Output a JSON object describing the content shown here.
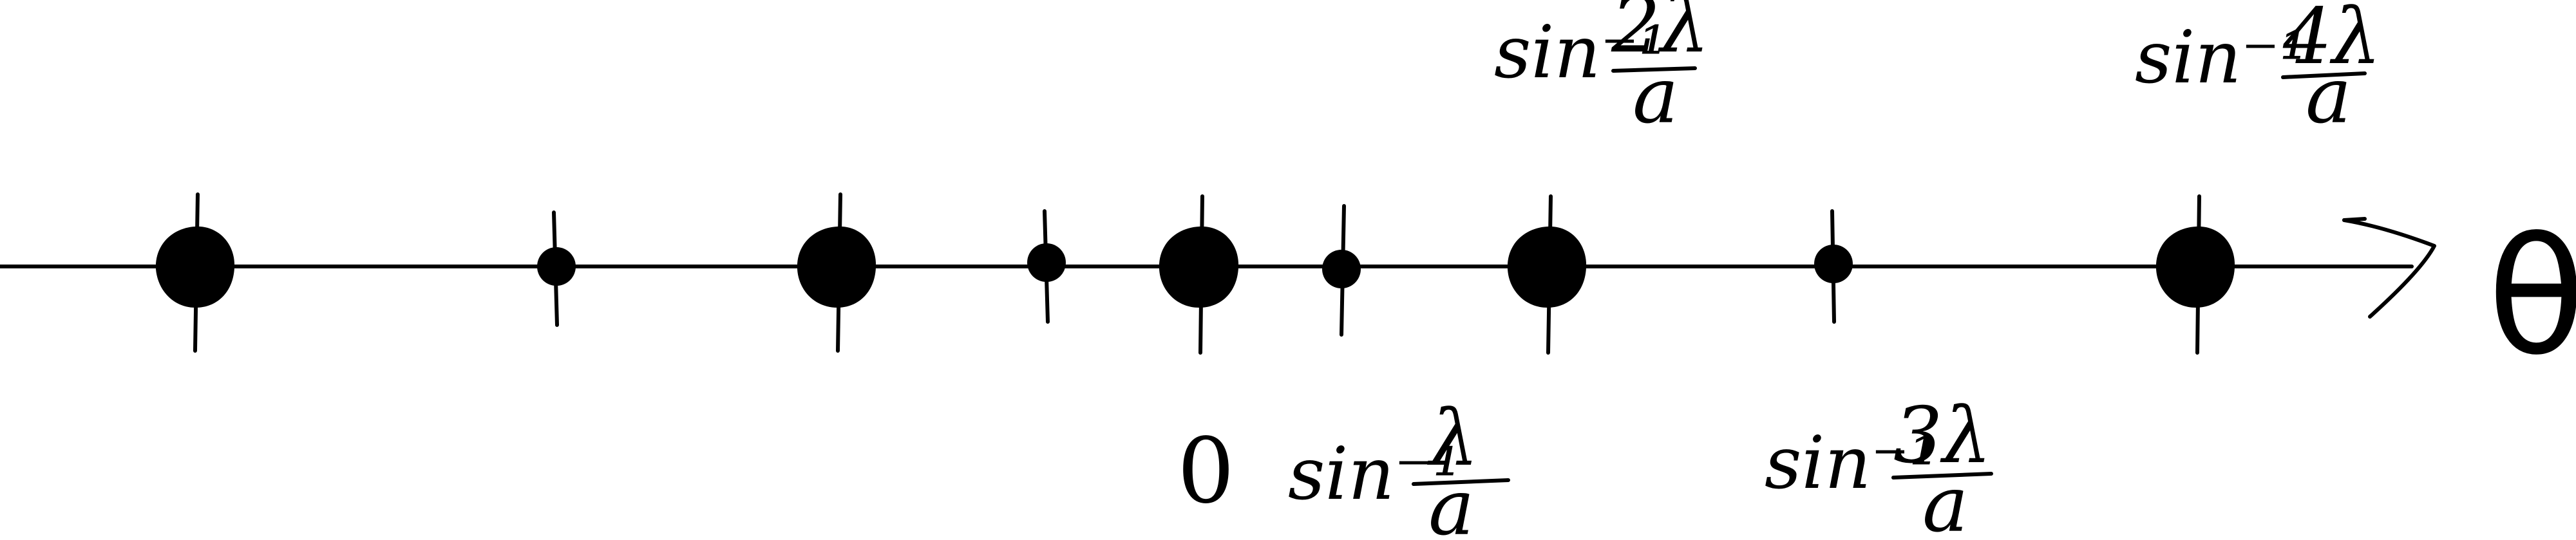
{
  "diagram": {
    "axis_label": "θ",
    "zero_label": "0",
    "maxima_labels": [
      {
        "prefix": "sin⁻¹",
        "numerator": "2λ",
        "denominator": "a"
      },
      {
        "prefix": "sin⁻¹",
        "numerator": "4λ",
        "denominator": "a"
      }
    ],
    "minima_labels": [
      {
        "prefix": "sin⁻¹",
        "numerator": "λ",
        "denominator": "a"
      },
      {
        "prefix": "sin⁻¹",
        "numerator": "3λ",
        "denominator": "a"
      }
    ],
    "ink_color": "#000000"
  }
}
